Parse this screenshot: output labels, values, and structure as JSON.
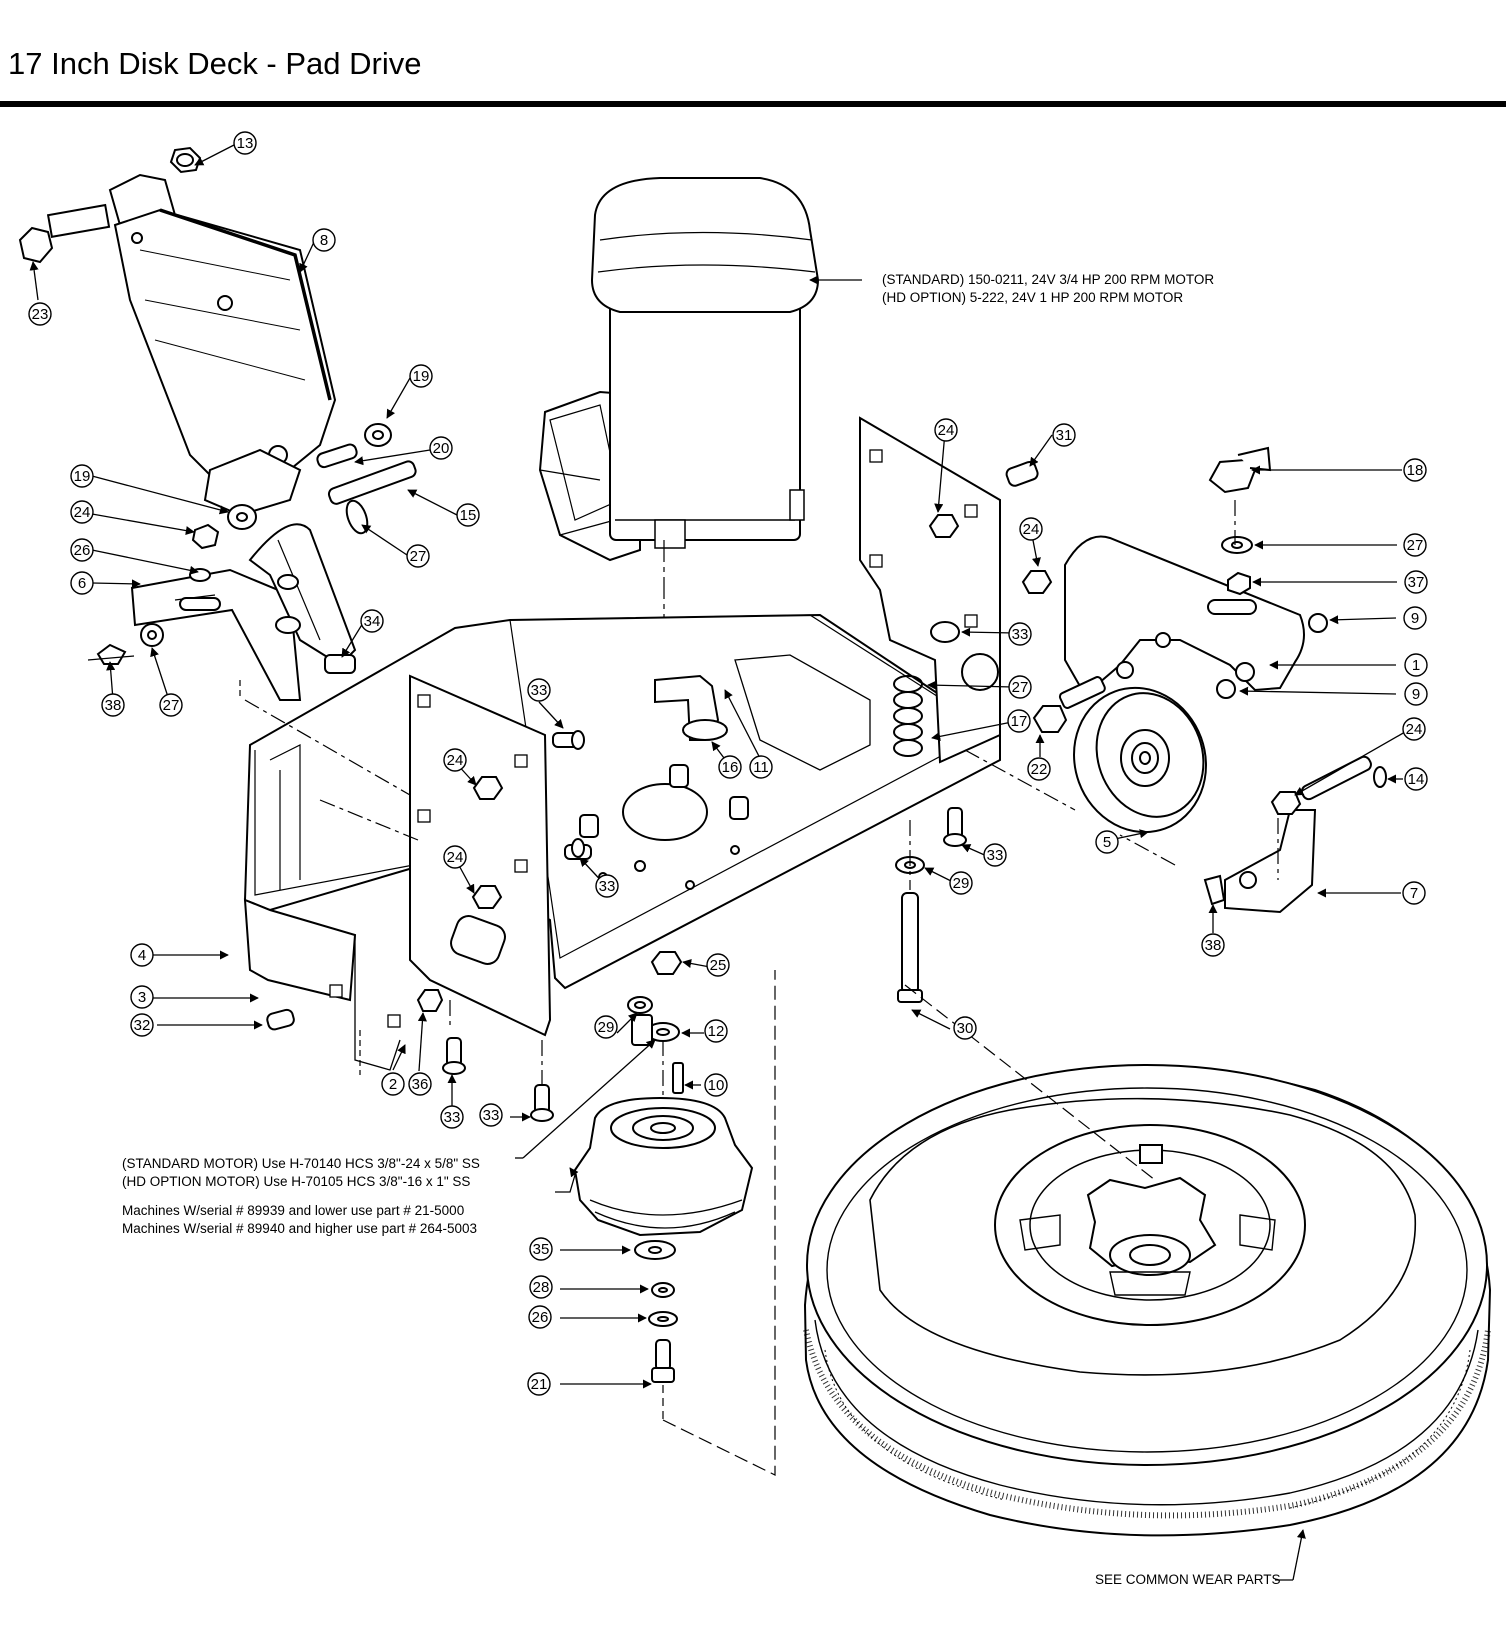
{
  "title": "17 Inch Disk Deck - Pad Drive",
  "notes": {
    "motor_standard": "(STANDARD) 150-0211, 24V 3/4 HP 200 RPM MOTOR",
    "motor_hd": "(HD OPTION) 5-222, 24V 1 HP 200 RPM MOTOR",
    "screw_standard": "(STANDARD MOTOR) Use H-70140 HCS 3/8\"-24 x 5/8\" SS",
    "screw_hd": "(HD OPTION MOTOR) Use H-70105 HCS 3/8\"-16 x 1\" SS",
    "serial_low": "Machines W/serial # 89939 and lower use part # 21-5000",
    "serial_high": "Machines W/serial # 89940 and higher use part # 264-5003",
    "wear_parts": "SEE COMMON WEAR PARTS"
  },
  "callouts": [
    "13",
    "8",
    "23",
    "19",
    "20",
    "19",
    "15",
    "24",
    "27",
    "26",
    "6",
    "34",
    "38",
    "27",
    "24",
    "31",
    "24",
    "33",
    "18",
    "27",
    "37",
    "9",
    "1",
    "9",
    "27",
    "17",
    "22",
    "24",
    "14",
    "33",
    "16",
    "11",
    "24",
    "33",
    "24",
    "5",
    "7",
    "38",
    "33",
    "29",
    "25",
    "30",
    "4",
    "3",
    "32",
    "29",
    "12",
    "2",
    "36",
    "10",
    "33",
    "33",
    "35",
    "28",
    "26",
    "21"
  ]
}
